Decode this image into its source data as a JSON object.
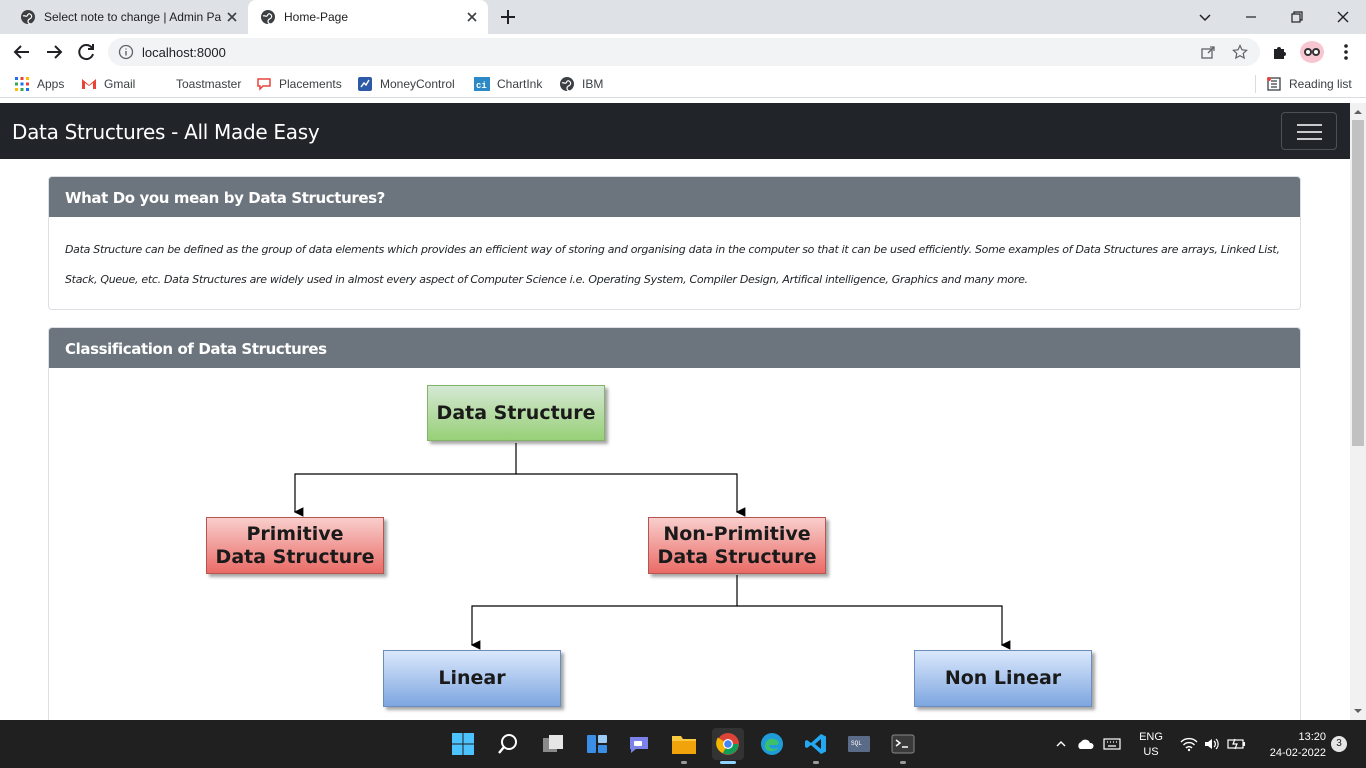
{
  "browser": {
    "tabs": [
      {
        "title": "Select note to change | Admin Pa",
        "active": false
      },
      {
        "title": "Home-Page",
        "active": true
      }
    ],
    "url": "localhost:8000",
    "bookmarks": [
      {
        "label": "Apps",
        "icon": "apps-grid-icon"
      },
      {
        "label": "Gmail",
        "icon": "gmail-icon"
      },
      {
        "label": "Toastmaster",
        "icon": ""
      },
      {
        "label": "Placements",
        "icon": "chat-bubble-icon"
      },
      {
        "label": "MoneyControl",
        "icon": "moneycontrol-icon"
      },
      {
        "label": "ChartInk",
        "icon": "chartink-icon"
      },
      {
        "label": "IBM",
        "icon": "globe-icon"
      }
    ],
    "reading_list": "Reading list"
  },
  "page": {
    "brand": "Data Structures - All Made Easy",
    "card1": {
      "title": "What Do you mean by Data Structures?",
      "body": "Data Structure can be defined as the group of data elements which provides an efficient way of storing and organising data in the computer so that it can be used efficiently. Some examples of Data Structures are arrays, Linked List, Stack, Queue, etc. Data Structures are widely used in almost every aspect of Computer Science i.e. Operating System, Compiler Design, Artifical intelligence, Graphics and many more."
    },
    "card2": {
      "title": "Classification of Data Structures",
      "diagram": {
        "root": "Data Structure",
        "primitive_line1": "Primitive",
        "primitive_line2": "Data Structure",
        "nonprimitive_line1": "Non-Primitive",
        "nonprimitive_line2": "Data Structure",
        "linear": "Linear",
        "nonlinear": "Non Linear"
      }
    }
  },
  "taskbar": {
    "apps": [
      "start-icon",
      "search-icon",
      "task-view-icon",
      "widgets-icon",
      "teams-chat-icon",
      "file-explorer-icon",
      "chrome-icon",
      "edge-icon",
      "vscode-icon",
      "sql-icon",
      "terminal-icon"
    ],
    "lang_line1": "ENG",
    "lang_line2": "US",
    "time": "13:20",
    "date": "24-02-2022",
    "notification_count": "3"
  },
  "colors": {
    "tabstrip": "#dee1e6",
    "navbar": "#212529",
    "card_header": "#6c757d",
    "taskbar": "#202020"
  }
}
